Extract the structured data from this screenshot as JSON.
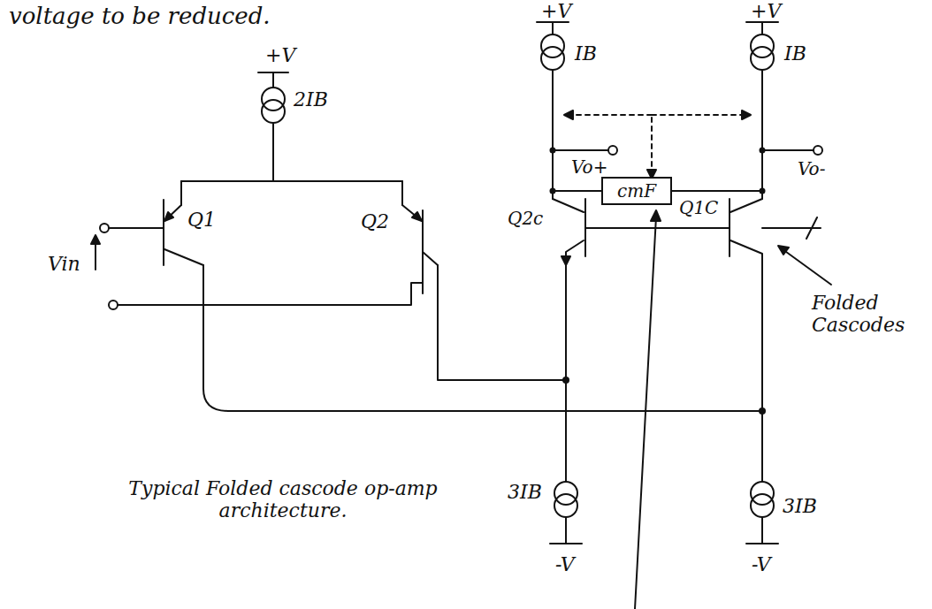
{
  "diagram": {
    "nodes": [
      {
        "text": [
          "cmF"
        ]
      }
    ],
    "labels": [
      "voltage to be reduced.",
      "+V",
      "2IB",
      "+V",
      "IB",
      "+V",
      "IB",
      "Vo+",
      "Vo-",
      "Q1",
      "Q2",
      "Q2c",
      "Q1C",
      "Vin",
      "Folded Cascodes",
      "3IB",
      "3IB",
      "-V",
      "-V",
      "Typical Folded cascode op-amp architecture."
    ]
  }
}
